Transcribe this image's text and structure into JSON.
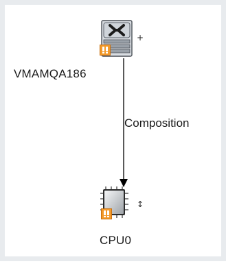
{
  "nodes": {
    "vm": {
      "label": "VMAMQA186",
      "icon": "vm-server-icon",
      "status": "warning",
      "expander": "+"
    },
    "cpu": {
      "label": "CPU0",
      "icon": "cpu-chip-icon",
      "status": "warning",
      "expander": "↕"
    }
  },
  "edge": {
    "label": "Composition",
    "from": "VMAMQA186",
    "to": "CPU0"
  },
  "colors": {
    "border": "#e8ebee",
    "badge": "#f39a2b",
    "line": "#000000"
  }
}
